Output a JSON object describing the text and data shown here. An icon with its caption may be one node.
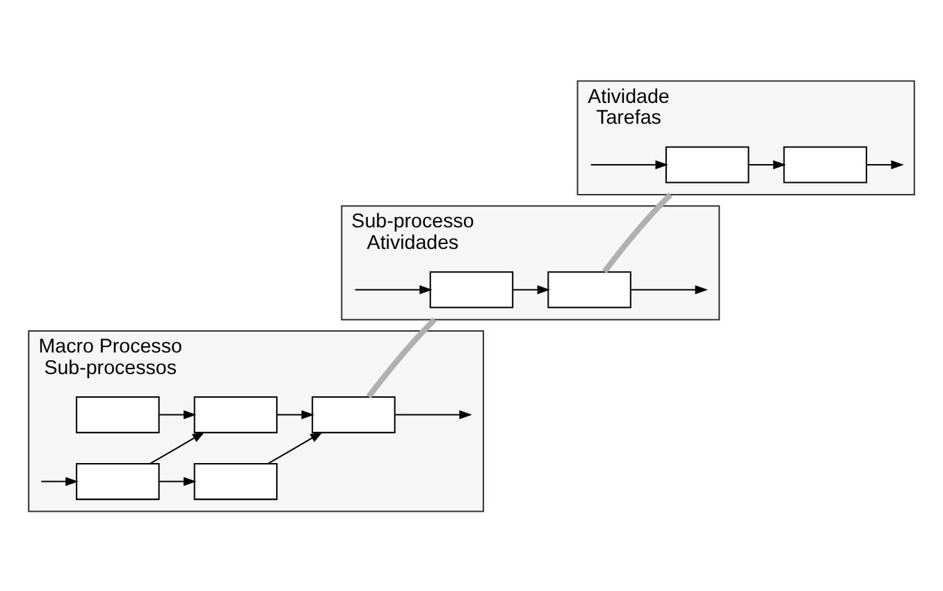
{
  "diagram": {
    "nodes": [
      {
        "text": [
          "Macro Processo",
          "Sub-processos"
        ]
      },
      {
        "text": [],
        "shape": "box",
        "in": 0
      },
      {
        "text": [],
        "shape": "box",
        "in": 0
      },
      {
        "text": [],
        "shape": "box",
        "in": 0
      },
      {
        "text": [],
        "shape": "box",
        "in": 0
      },
      {
        "text": [],
        "shape": "box",
        "in": 0
      },
      {
        "text": [
          "Sub-processo",
          "Atividades"
        ]
      },
      {
        "text": [],
        "shape": "box",
        "in": 6
      },
      {
        "text": [],
        "shape": "box",
        "in": 6
      },
      {
        "text": [
          "Atividade",
          "Tarefas"
        ]
      },
      {
        "text": [],
        "shape": "box",
        "in": 9
      },
      {
        "text": [],
        "shape": "box",
        "in": 9
      }
    ],
    "edges": [
      {
        "from": null,
        "to": 1,
        "arrow": "to"
      },
      {
        "from": 1,
        "to": 2,
        "arrow": "to"
      },
      {
        "from": 1,
        "to": 4,
        "arrow": "to"
      },
      {
        "from": 3,
        "to": 4,
        "arrow": "to"
      },
      {
        "from": 2,
        "to": 5,
        "arrow": "to"
      },
      {
        "from": 4,
        "to": 5,
        "arrow": "to"
      },
      {
        "from": 5,
        "to": null,
        "arrow": "to"
      },
      {
        "from": 5,
        "to": 6,
        "arrow": "none",
        "style": "thick",
        "color": "#b0b0b0"
      },
      {
        "from": null,
        "to": 7,
        "arrow": "to"
      },
      {
        "from": 7,
        "to": 8,
        "arrow": "to"
      },
      {
        "from": 8,
        "to": null,
        "arrow": "to"
      },
      {
        "from": 8,
        "to": 9,
        "arrow": "none",
        "style": "thick",
        "color": "#b0b0b0"
      },
      {
        "from": null,
        "to": 10,
        "arrow": "to"
      },
      {
        "from": 10,
        "to": 11,
        "arrow": "to"
      },
      {
        "from": 11,
        "to": null,
        "arrow": "to"
      }
    ]
  }
}
